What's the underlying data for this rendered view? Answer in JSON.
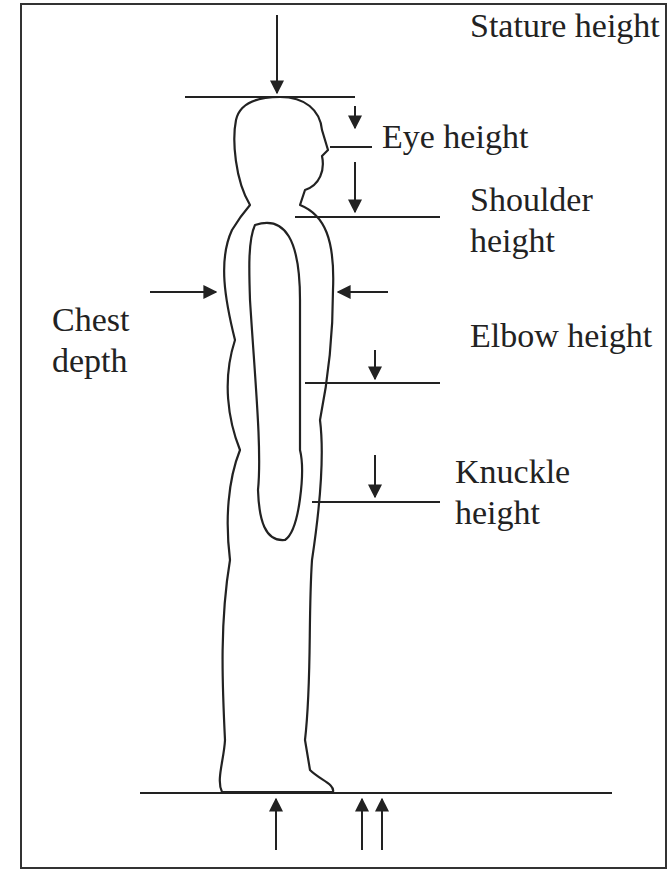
{
  "diagram": {
    "labels": [
      "Stature height",
      "Eye height",
      "Shoulder height",
      "Chest depth",
      "Elbow height",
      "Knuckle height"
    ]
  }
}
